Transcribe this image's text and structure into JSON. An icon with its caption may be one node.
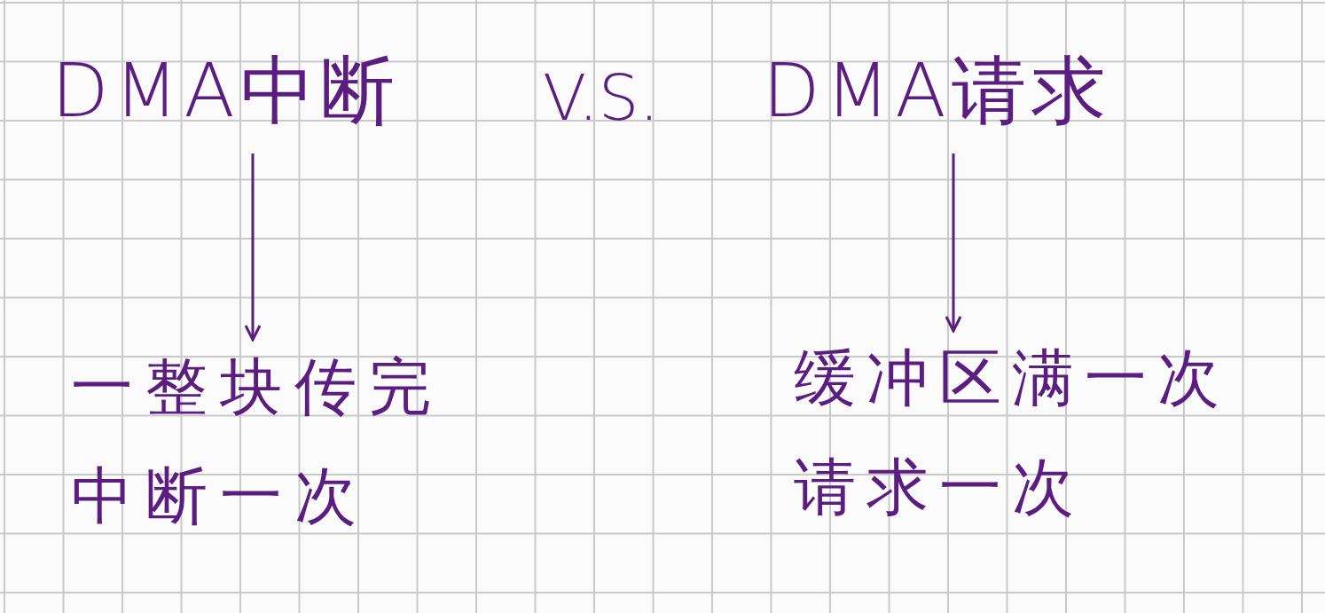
{
  "diagram": {
    "nodes": [
      {
        "text": [
          "DMA中断"
        ]
      },
      {
        "text": [
          "一整块传完中断一次"
        ]
      },
      {
        "text": [
          "DMA请求"
        ]
      },
      {
        "text": [
          "缓冲区满一次请求一次"
        ]
      }
    ],
    "edges": [
      {
        "from": 0,
        "to": 1,
        "arrow": "to"
      },
      {
        "from": 2,
        "to": 3,
        "arrow": "to"
      }
    ],
    "labels": [
      "V.S."
    ]
  }
}
